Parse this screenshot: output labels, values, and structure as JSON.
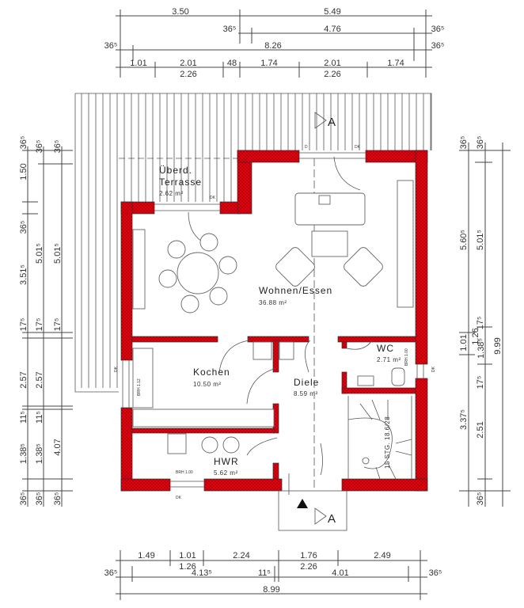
{
  "colors": {
    "wall": "#e3000f",
    "line": "#444444"
  },
  "dimensions": {
    "top": {
      "row1": [
        "3.50",
        "5.49"
      ],
      "row2": [
        "36⁵",
        "4.76",
        "36⁵"
      ],
      "row3": [
        "36⁵",
        "8.26",
        "36⁵"
      ],
      "row4": [
        "1.01",
        "2.01",
        "48",
        "1.74",
        "2.01",
        "1.74"
      ],
      "row4_sub": [
        "2.26",
        "2.26"
      ]
    },
    "left": {
      "col1": [
        "36⁵",
        "1.50",
        "36⁵",
        "3.51⁵",
        "17⁵",
        "2.57",
        "11⁵",
        "1.38⁵",
        "36⁵"
      ],
      "col2": [
        "36⁵",
        "5.01⁵",
        "17⁵",
        "2.57",
        "11⁵",
        "1.38⁵",
        "36⁵"
      ],
      "col3": [
        "36⁵",
        "5.01⁵",
        "17⁵",
        "4.07",
        "36⁵"
      ]
    },
    "right": {
      "col1": [
        "36⁵",
        "5.60⁵",
        "1.01",
        "3.37⁵",
        "36⁵"
      ],
      "col2": [
        "5.01⁵",
        "17⁵",
        "1.26",
        "1.38⁵",
        "17⁵",
        "2.51",
        "36⁵"
      ],
      "col3": [
        "9.99"
      ]
    },
    "bottom": {
      "row1": [
        "1.49",
        "1.01",
        "2.24",
        "1.76",
        "2.49"
      ],
      "row1_sub": [
        "1.26",
        "2.26"
      ],
      "row2": [
        "36⁵",
        "4.13⁵",
        "11⁵",
        "4.01",
        "36⁵"
      ],
      "row3": [
        "8.99"
      ]
    }
  },
  "rooms": {
    "terrace": {
      "name1": "Überd.",
      "name2": "Terrasse",
      "area": "2.62 m²"
    },
    "living": {
      "name": "Wohnen/Essen",
      "area": "36.88 m²"
    },
    "kitchen": {
      "name": "Kochen",
      "area": "10.50 m²"
    },
    "hall": {
      "name": "Diele",
      "area": "8.59 m²"
    },
    "wc": {
      "name": "WC",
      "area": "2.71 m²"
    },
    "utility": {
      "name": "HWR",
      "area": "5.62 m²"
    }
  },
  "annotations": {
    "stairs": "15 STG. 18.6/28",
    "brh_kitchen": "BRH 1.12",
    "brh_wc": "BRH 1.00",
    "brh_hwr": "BRH 1.00",
    "dk": "DK",
    "d": "D",
    "section": "A"
  }
}
